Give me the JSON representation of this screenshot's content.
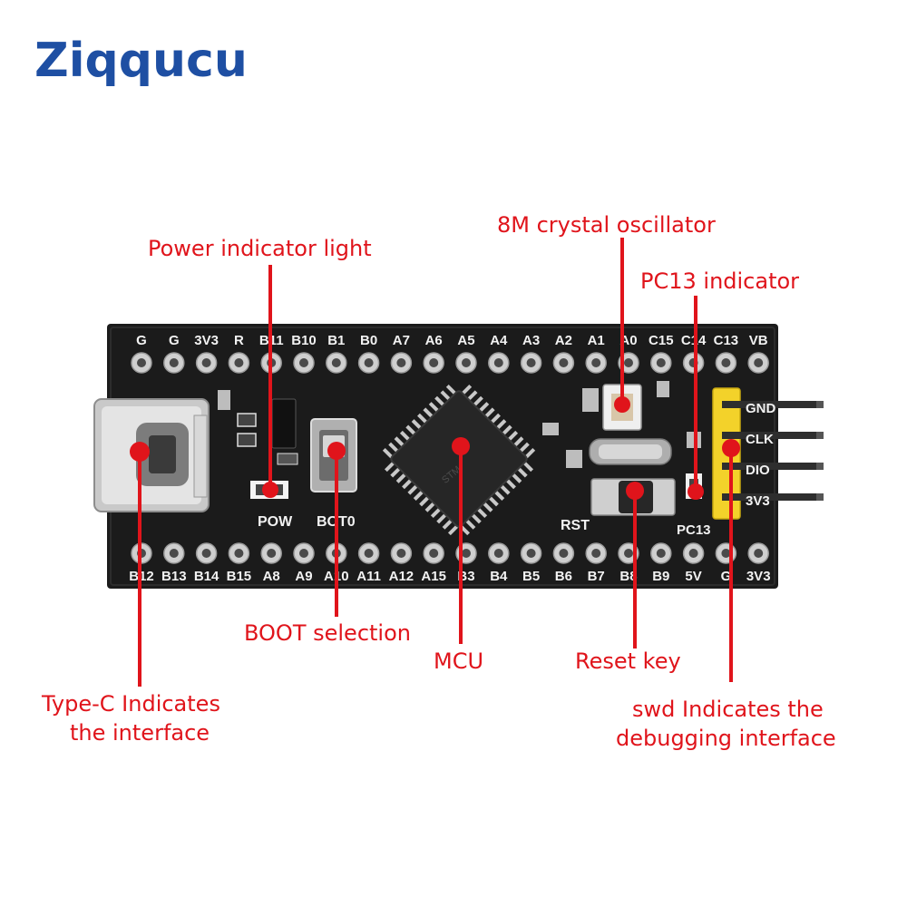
{
  "brand": {
    "logo_text": "Ziqqucu",
    "logo_colors": {
      "blue": "#1e4fa3",
      "green": "#1f9a5a",
      "dark": "#2b2b2b"
    }
  },
  "board": {
    "top_pins": [
      "G",
      "G",
      "3V3",
      "R",
      "B11",
      "B10",
      "B1",
      "B0",
      "A7",
      "A6",
      "A5",
      "A4",
      "A3",
      "A2",
      "A1",
      "A0",
      "C15",
      "C14",
      "C13",
      "VB"
    ],
    "bottom_pins": [
      "B12",
      "B13",
      "B14",
      "B15",
      "A8",
      "A9",
      "A10",
      "A11",
      "A12",
      "A15",
      "B3",
      "B4",
      "B5",
      "B6",
      "B7",
      "B8",
      "B9",
      "5V",
      "G",
      "3V3"
    ],
    "swd_pins": [
      "GND",
      "CLK",
      "DIO",
      "3V3"
    ],
    "silk_labels": {
      "pow": "POW",
      "boot": "BOT0",
      "rst": "RST",
      "pc13": "PC13",
      "chip": "STM"
    },
    "pcb_color": "#1b1b1b",
    "header_color": "#f3d22a"
  },
  "callouts": {
    "power_indicator": "Power indicator light",
    "crystal": "8M crystal oscillator",
    "pc13": "PC13 indicator",
    "boot": "BOOT selection",
    "mcu": "MCU",
    "reset": "Reset key",
    "typec_line1": "Type-C Indicates",
    "typec_line2": "the interface",
    "swd_line1": "swd Indicates the",
    "swd_line2": "debugging interface"
  },
  "accent_color": "#e0141b"
}
